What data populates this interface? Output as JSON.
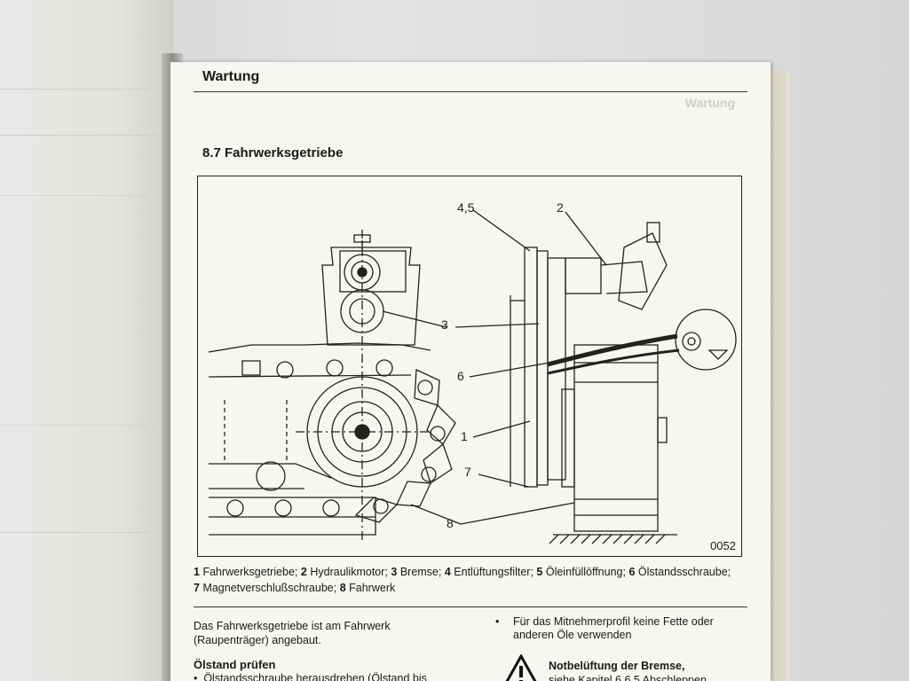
{
  "running_head": "Wartung",
  "section": {
    "number": "8.7",
    "title": "8.7 Fahrwerksgetriebe"
  },
  "figure": {
    "number": "0052",
    "callouts": [
      "4,5",
      "2",
      "3",
      "6",
      "1",
      "7",
      "8"
    ]
  },
  "caption": {
    "items": [
      {
        "n": "1",
        "label": "Fahrwerksgetriebe;"
      },
      {
        "n": "2",
        "label": "Hydraulikmotor;"
      },
      {
        "n": "3",
        "label": "Bremse;"
      },
      {
        "n": "4",
        "label": "Entlüftungsfilter;"
      },
      {
        "n": "5",
        "label": "Öleinfüllöffnung;"
      },
      {
        "n": "6",
        "label": "Ölstandsschraube;"
      },
      {
        "n": "7",
        "label": "Magnetverschlußschraube;"
      },
      {
        "n": "8",
        "label": "Fahrwerk"
      }
    ]
  },
  "body": {
    "intro": "Das Fahrwerksgetriebe ist am Fahrwerk (Raupenträger) angebaut.",
    "subhead": "Ölstand prüfen",
    "bullet_left": "Ölstandsschraube herausdrehen (Ölstand bis",
    "bullet_right": "Für das Mitnehmerprofil keine Fette oder anderen Öle verwenden",
    "warning_title": "Notbelüftung der Bremse,",
    "warning_text": "siehe Kapitel 6.6.5 Abschleppen"
  },
  "icons": {
    "warning": "warning-triangle-icon"
  }
}
